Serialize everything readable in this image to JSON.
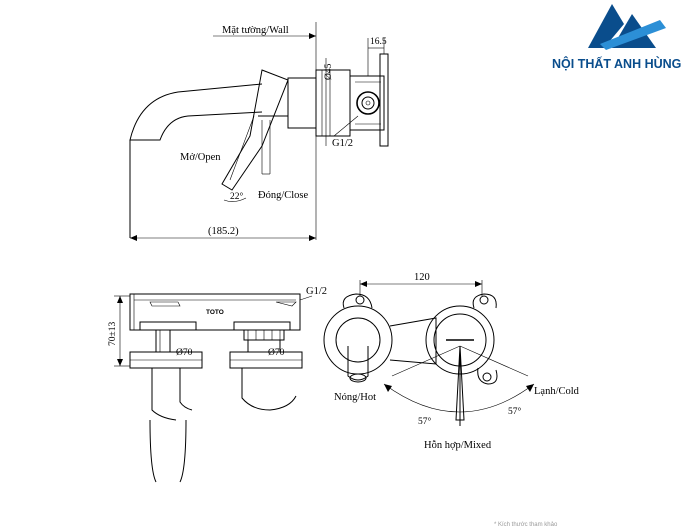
{
  "brand": {
    "name": "NỘI THẤT ANH HÙNG",
    "color_primary": "#0a4d8c",
    "color_secondary": "#2c8fd6"
  },
  "side_view": {
    "wall_label": "Mặt tường/Wall",
    "dim_16_5": "16.5",
    "dim_d45": "Ø45",
    "thread_label": "G1/2",
    "open_label": "Mở/Open",
    "close_label": "Đóng/Close",
    "angle_22": "22°",
    "dim_total": "(185.2)"
  },
  "front_view": {
    "brand_mark": "TOTO",
    "thread_label": "G1/2",
    "dim_height": "70±13",
    "dim_d70_left": "Ø70",
    "dim_d70_right": "Ø70"
  },
  "top_view": {
    "dim_120": "120",
    "hot_label": "Nóng/Hot",
    "cold_label": "Lạnh/Cold",
    "mixed_label": "Hỗn hợp/Mixed",
    "angle_left": "57°",
    "angle_right": "57°"
  },
  "footer_note": "* Kích thước tham khảo"
}
